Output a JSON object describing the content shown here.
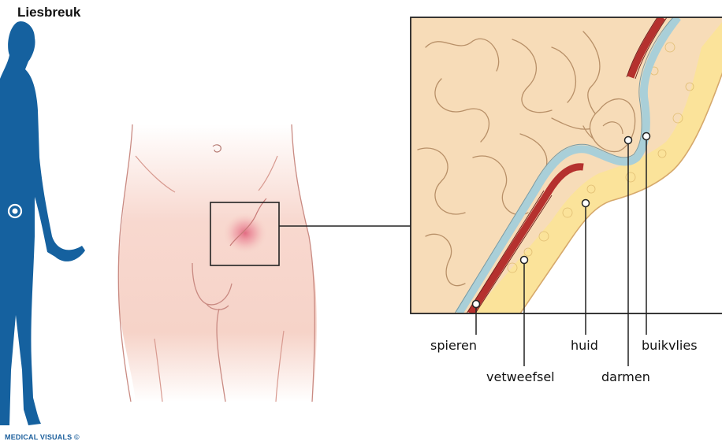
{
  "title": "Liesbreuk",
  "credit": "MEDICAL VISUALS ©",
  "labels": {
    "spieren": "spieren",
    "vetweefsel": "vetweefsel",
    "huid": "huid",
    "darmen": "darmen",
    "buikvlies": "buikvlies"
  },
  "colors": {
    "figure_blue": "#15619f",
    "skin_tone": "#f6cfc4",
    "intestine": "#f7dcb8",
    "fat": "#fbe39a",
    "muscle": "#b5312e",
    "peritoneum": "#a9cfd8",
    "inflammation": "#e0607a"
  }
}
